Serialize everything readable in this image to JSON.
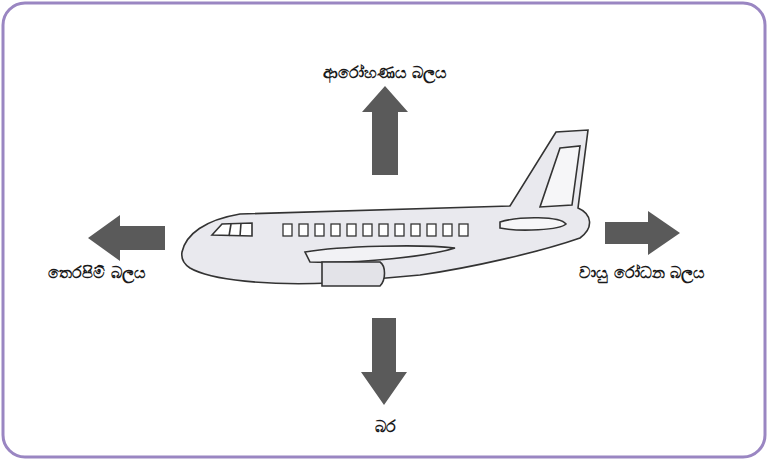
{
  "diagram": {
    "labels": [
      "ආරෝහණය බලය",
      "තෙරපිම් බලය",
      "වායු රෝධන බලය",
      "බර"
    ]
  }
}
